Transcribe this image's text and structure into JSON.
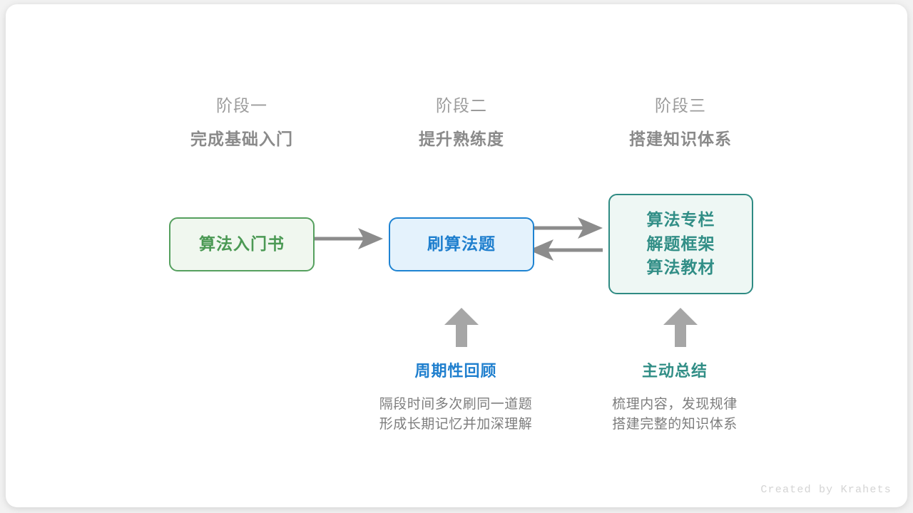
{
  "watermark": "Created by Krahets",
  "colors": {
    "green": "#4b9954",
    "green_border": "#55a05e",
    "green_fill": "#f0f7ef",
    "blue": "#1f7fce",
    "blue_border": "#1e83d2",
    "blue_fill": "#e4f2fc",
    "teal": "#318e86",
    "teal_border": "#2f8b83",
    "teal_fill": "#eef7f4",
    "arrow_gray": "#8c8c8c",
    "heading_gray": "#8a8a8a",
    "label_gray": "#9b9b9b",
    "body_gray": "#7d7d7d"
  },
  "stages": [
    {
      "label": "阶段一",
      "title": "完成基础入门"
    },
    {
      "label": "阶段二",
      "title": "提升熟练度"
    },
    {
      "label": "阶段三",
      "title": "搭建知识体系"
    }
  ],
  "nodes": [
    {
      "id": "book",
      "lines": [
        "算法入门书"
      ]
    },
    {
      "id": "practice",
      "lines": [
        "刷算法题"
      ]
    },
    {
      "id": "resources",
      "lines": [
        "算法专栏",
        "解题框架",
        "算法教材"
      ]
    }
  ],
  "annotations": [
    {
      "title": "周期性回顾",
      "body": [
        "隔段时间多次刷同一道题",
        "形成长期记忆并加深理解"
      ]
    },
    {
      "title": "主动总结",
      "body": [
        "梳理内容，发现规律",
        "搭建完整的知识体系"
      ]
    }
  ]
}
